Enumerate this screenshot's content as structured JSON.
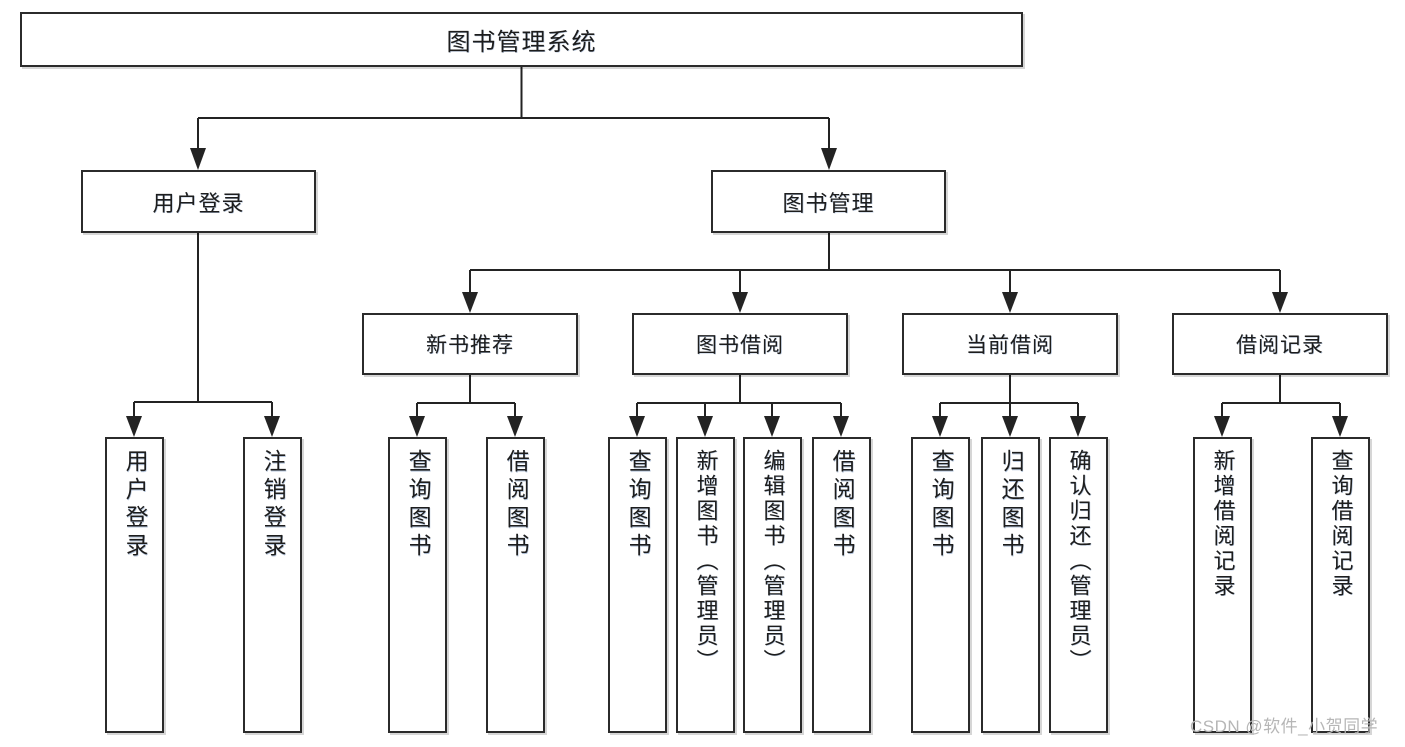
{
  "diagram": {
    "type": "tree",
    "title": "图书管理系统",
    "orientation": "top-down",
    "colors": {
      "box_border": "#2b2b2b",
      "box_fill": "#ffffff",
      "connector": "#232323",
      "text": "#1d1d1d",
      "watermark": "#b6b6b6",
      "background": "#ffffff"
    }
  },
  "watermark": {
    "text": "CSDN @软件_小贺同学"
  },
  "nodes": {
    "root": {
      "label": "图书管理系统"
    },
    "level1": [
      {
        "id": "user-login",
        "label": "用户登录"
      },
      {
        "id": "book-manage",
        "label": "图书管理"
      }
    ],
    "level2": [
      {
        "id": "new-book-recommend",
        "label": "新书推荐"
      },
      {
        "id": "book-borrow",
        "label": "图书借阅"
      },
      {
        "id": "current-borrow",
        "label": "当前借阅"
      },
      {
        "id": "borrow-record",
        "label": "借阅记录"
      }
    ],
    "leaves": {
      "user_login": [
        {
          "id": "leaf-user-login",
          "label": "用户登录"
        },
        {
          "id": "leaf-logout-login",
          "label": "注销登录"
        }
      ],
      "new_book_recommend": [
        {
          "id": "leaf-query-book-1",
          "label": "查询图书"
        },
        {
          "id": "leaf-borrow-book-1",
          "label": "借阅图书"
        }
      ],
      "book_borrow": [
        {
          "id": "leaf-query-book-2",
          "label": "查询图书"
        },
        {
          "id": "leaf-add-book",
          "label": "新增图书（管理员）"
        },
        {
          "id": "leaf-edit-book",
          "label": "编辑图书（管理员）"
        },
        {
          "id": "leaf-borrow-book-2",
          "label": "借阅图书"
        }
      ],
      "current_borrow": [
        {
          "id": "leaf-query-book-3",
          "label": "查询图书"
        },
        {
          "id": "leaf-return-book",
          "label": "归还图书"
        },
        {
          "id": "leaf-confirm-return",
          "label": "确认归还（管理员）"
        }
      ],
      "borrow_record": [
        {
          "id": "leaf-add-record",
          "label": "新增借阅记录"
        },
        {
          "id": "leaf-query-record",
          "label": "查询借阅记录"
        }
      ]
    }
  },
  "edges": [
    {
      "from": "root",
      "to": "user-login"
    },
    {
      "from": "root",
      "to": "book-manage"
    },
    {
      "from": "user-login",
      "to": "leaf-user-login"
    },
    {
      "from": "user-login",
      "to": "leaf-logout-login"
    },
    {
      "from": "book-manage",
      "to": "new-book-recommend"
    },
    {
      "from": "book-manage",
      "to": "book-borrow"
    },
    {
      "from": "book-manage",
      "to": "current-borrow"
    },
    {
      "from": "book-manage",
      "to": "borrow-record"
    },
    {
      "from": "new-book-recommend",
      "to": "leaf-query-book-1"
    },
    {
      "from": "new-book-recommend",
      "to": "leaf-borrow-book-1"
    },
    {
      "from": "book-borrow",
      "to": "leaf-query-book-2"
    },
    {
      "from": "book-borrow",
      "to": "leaf-add-book"
    },
    {
      "from": "book-borrow",
      "to": "leaf-edit-book"
    },
    {
      "from": "book-borrow",
      "to": "leaf-borrow-book-2"
    },
    {
      "from": "current-borrow",
      "to": "leaf-query-book-3"
    },
    {
      "from": "current-borrow",
      "to": "leaf-return-book"
    },
    {
      "from": "current-borrow",
      "to": "leaf-confirm-return"
    },
    {
      "from": "borrow-record",
      "to": "leaf-add-record"
    },
    {
      "from": "borrow-record",
      "to": "leaf-query-record"
    }
  ]
}
